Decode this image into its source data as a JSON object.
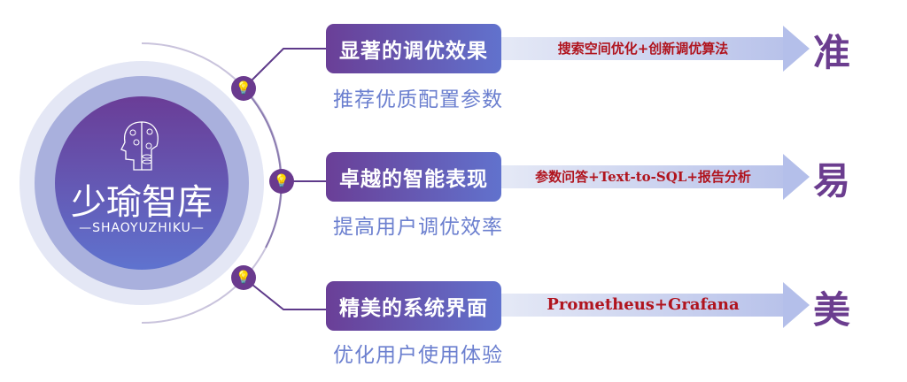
{
  "logo": {
    "name_cn": "少瑜智库",
    "name_en": "—SHAOYUZHIKU—"
  },
  "rows": [
    {
      "title": "显著的调优效果",
      "subtitle": "推荐优质配置参数",
      "arrow_text": "搜索空间优化+创新调优算法",
      "keyword": "准"
    },
    {
      "title": "卓越的智能表现",
      "subtitle": "提高用户调优效率",
      "arrow_text": "参数问答+Text-to-SQL+报告分析",
      "keyword": "易"
    },
    {
      "title": "精美的系统界面",
      "subtitle": "优化用户使用体验",
      "arrow_text": "Prometheus+Grafana",
      "keyword": "美"
    }
  ],
  "icons": {
    "bulb": "lightbulb-icon"
  }
}
